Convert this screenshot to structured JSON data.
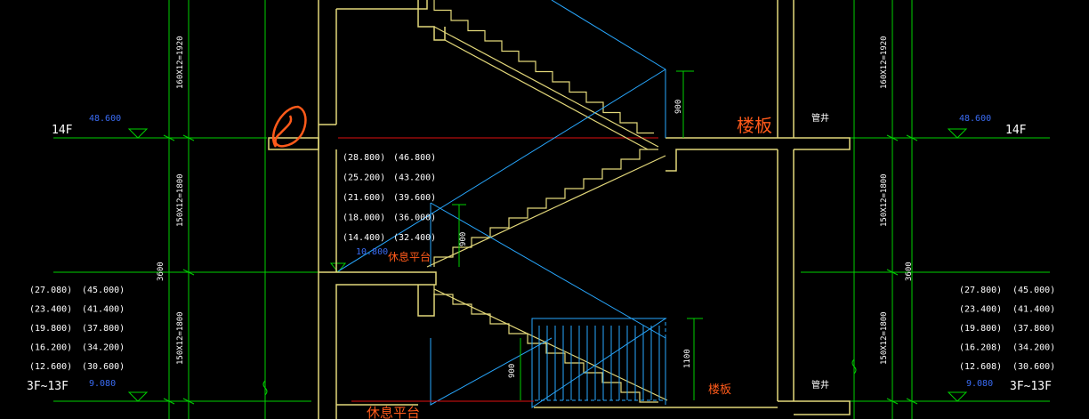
{
  "drawing": {
    "colors": {
      "background": "#000000",
      "wall": "#e3d87a",
      "dimension": "#00d000",
      "elevation_blue": "#3a6cf5",
      "section_line": "#e01010",
      "annotation_orange": "#ff5a1a",
      "text_white": "#ffffff",
      "guide_blue": "#28a8ff"
    },
    "left": {
      "floor_upper": "14F",
      "elev_upper": "48.600",
      "floor_lower": "3F~13F",
      "elev_lower": "9.080",
      "dim_top": "160X12=1920",
      "dim_mid": "150X12=1800",
      "dim_bot": "150X12=1800",
      "dim_total": "3600",
      "elevations": [
        [
          "(27.080)",
          "(45.000)"
        ],
        [
          "(23.400)",
          "(41.400)"
        ],
        [
          "(19.800)",
          "(37.800)"
        ],
        [
          "(16.200)",
          "(34.200)"
        ],
        [
          "(12.600)",
          "(30.600)"
        ]
      ]
    },
    "right": {
      "floor_upper": "14F",
      "elev_upper": "48.600",
      "floor_lower": "3F~13F",
      "elev_lower": "9.080",
      "dim_top": "160X12=1920",
      "dim_mid": "150X12=1800",
      "dim_bot": "150X12=1800",
      "dim_total": "3600",
      "elevations": [
        [
          "(27.800)",
          "(45.000)"
        ],
        [
          "(23.400)",
          "(41.400)"
        ],
        [
          "(19.800)",
          "(37.800)"
        ],
        [
          "(16.208)",
          "(34.200)"
        ],
        [
          "(12.608)",
          "(30.600)"
        ]
      ]
    },
    "center": {
      "elevations": [
        [
          "(28.800)",
          "(46.800)"
        ],
        [
          "(25.200)",
          "(43.200)"
        ],
        [
          "(21.600)",
          "(39.600)"
        ],
        [
          "(18.000)",
          "(36.000)"
        ],
        [
          "(14.400)",
          "(32.400)"
        ]
      ],
      "landing_elev": "10.800",
      "landing_label": "休息平台",
      "floor_slab_label": "楼板",
      "floor_slab_label_lower": "楼板",
      "landing_label_lower": "休息平台",
      "room_label": "管井",
      "room_label_lower": "管井",
      "dim_900_a": "900",
      "dim_900_b": "900",
      "dim_900_c": "900",
      "dim_1100": "1100"
    }
  }
}
